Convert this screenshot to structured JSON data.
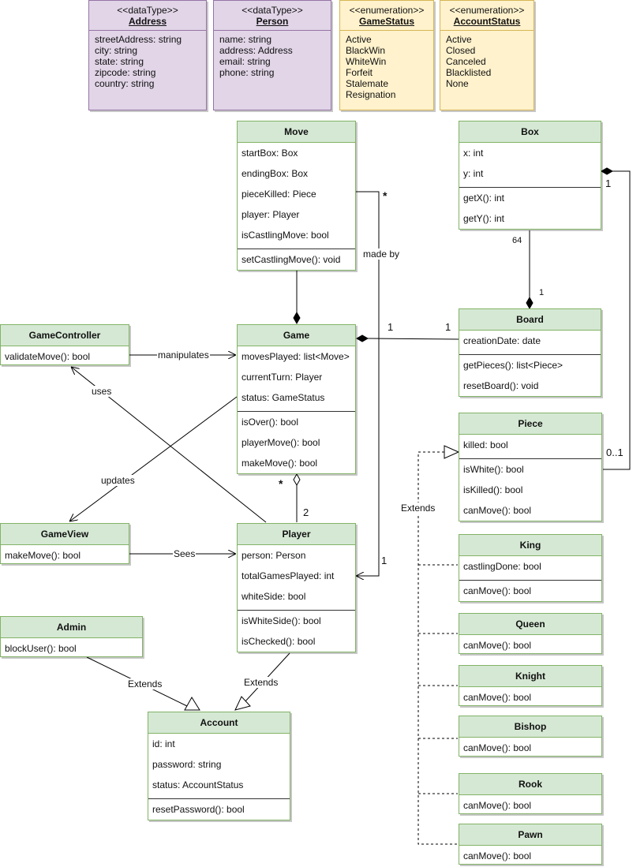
{
  "notes": {
    "address": {
      "stereotype": "<<dataType>>",
      "name": "Address",
      "items": [
        "streetAddress: string",
        "city: string",
        "state: string",
        "zipcode: string",
        "country: string"
      ]
    },
    "person": {
      "stereotype": "<<dataType>>",
      "name": "Person",
      "items": [
        "name: string",
        "address: Address",
        "email: string",
        "phone: string"
      ]
    },
    "gamestatus": {
      "stereotype": "<<enumeration>>",
      "name": "GameStatus",
      "items": [
        "Active",
        "BlackWin",
        "WhiteWin",
        "Forfeit",
        "Stalemate",
        "Resignation"
      ]
    },
    "accountstatus": {
      "stereotype": "<<enumeration>>",
      "name": "AccountStatus",
      "items": [
        "Active",
        "Closed",
        "Canceled",
        "Blacklisted",
        "None"
      ]
    }
  },
  "classes": {
    "move": {
      "name": "Move",
      "attrs": [
        "startBox: Box",
        "endingBox: Box",
        "pieceKilled: Piece",
        "player: Player",
        "isCastlingMove: bool"
      ],
      "methods": [
        "setCastlingMove(): void"
      ]
    },
    "box": {
      "name": "Box",
      "attrs": [
        "x: int",
        "y: int"
      ],
      "methods": [
        "getX(): int",
        "getY(): int"
      ]
    },
    "gamecontroller": {
      "name": "GameController",
      "attrs": [
        "validateMove(): bool"
      ]
    },
    "game": {
      "name": "Game",
      "attrs": [
        "movesPlayed: list<Move>",
        "currentTurn: Player",
        "status: GameStatus"
      ],
      "methods": [
        "isOver(): bool",
        "playerMove(): bool",
        "makeMove(): bool"
      ]
    },
    "board": {
      "name": "Board",
      "attrs": [
        "creationDate: date"
      ],
      "methods": [
        "getPieces(): list<Piece>",
        "resetBoard(): void"
      ]
    },
    "piece": {
      "name": "Piece",
      "attrs": [
        "killed: bool"
      ],
      "methods": [
        "isWhite(): bool",
        "isKilled(): bool",
        "canMove(): bool"
      ]
    },
    "gameview": {
      "name": "GameView",
      "attrs": [
        "makeMove(): bool"
      ]
    },
    "player": {
      "name": "Player",
      "attrs": [
        "person: Person",
        "totalGamesPlayed: int",
        "whiteSide: bool"
      ],
      "methods": [
        "isWhiteSide(): bool",
        "isChecked(): bool"
      ]
    },
    "king": {
      "name": "King",
      "attrs": [
        "castlingDone: bool"
      ],
      "methods": [
        "canMove(): bool"
      ]
    },
    "admin": {
      "name": "Admin",
      "attrs": [
        "blockUser(): bool"
      ]
    },
    "queen": {
      "name": "Queen",
      "attrs": [
        "canMove(): bool"
      ]
    },
    "knight": {
      "name": "Knight",
      "attrs": [
        "canMove(): bool"
      ]
    },
    "account": {
      "name": "Account",
      "attrs": [
        "id: int",
        "password: string",
        "status: AccountStatus"
      ],
      "methods": [
        "resetPassword(): bool"
      ]
    },
    "bishop": {
      "name": "Bishop",
      "attrs": [
        "canMove(): bool"
      ]
    },
    "rook": {
      "name": "Rook",
      "attrs": [
        "canMove(): bool"
      ]
    },
    "pawn": {
      "name": "Pawn",
      "attrs": [
        "canMove(): bool"
      ]
    }
  },
  "labels": {
    "made_by": "made by",
    "move_player_mult": "*",
    "player_move_mult": "1",
    "box_board_mult": "64",
    "board_box_mult": "1",
    "box_piece_mult": "1",
    "piece_box_mult": "0..1",
    "game_board_mult": "1",
    "board_game_mult": "1",
    "manipulates": "manipulates",
    "uses": "uses",
    "updates": "updates",
    "sees": "Sees",
    "game_player_mult": "*",
    "player_game_mult": "2",
    "extends_pieces": "Extends",
    "extends_admin": "Extends",
    "extends_player": "Extends"
  }
}
